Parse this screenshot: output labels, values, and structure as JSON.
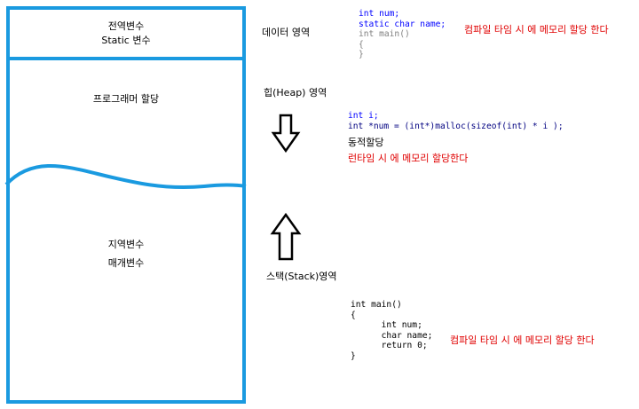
{
  "memory": {
    "global_label": "전역변수",
    "static_label": "Static 변수",
    "program_alloc_label": "프로그래머 할당",
    "local_label": "지역변수",
    "param_label": "매개변수"
  },
  "regions": {
    "data": "데이터 영역",
    "heap": "힙(Heap) 영역",
    "stack": "스택(Stack)영역"
  },
  "data_code": {
    "line1": "int num;",
    "line2": "static char name;",
    "line3": "int main()",
    "line4": "{",
    "line5": "}",
    "note": "컴파일 타임 시 에 메모리 할당 한다"
  },
  "heap_code": {
    "line1": "int i;",
    "line2": "int *num = (int*)malloc(sizeof(int) * i );",
    "dynamic_label": "동적할당",
    "note": "런타임 시 에 메모리 할당한다"
  },
  "stack_code": {
    "line1": "int main()",
    "line2": "{",
    "line3": "int num;",
    "line4": "char name;",
    "line5": "return 0;",
    "line6": "}",
    "note": "컴파일 타임 시 에 메모리 할당 한다"
  },
  "colors": {
    "memory_border": "#1a9ae0",
    "arrow": "#000000",
    "note_red": "#e00000"
  }
}
